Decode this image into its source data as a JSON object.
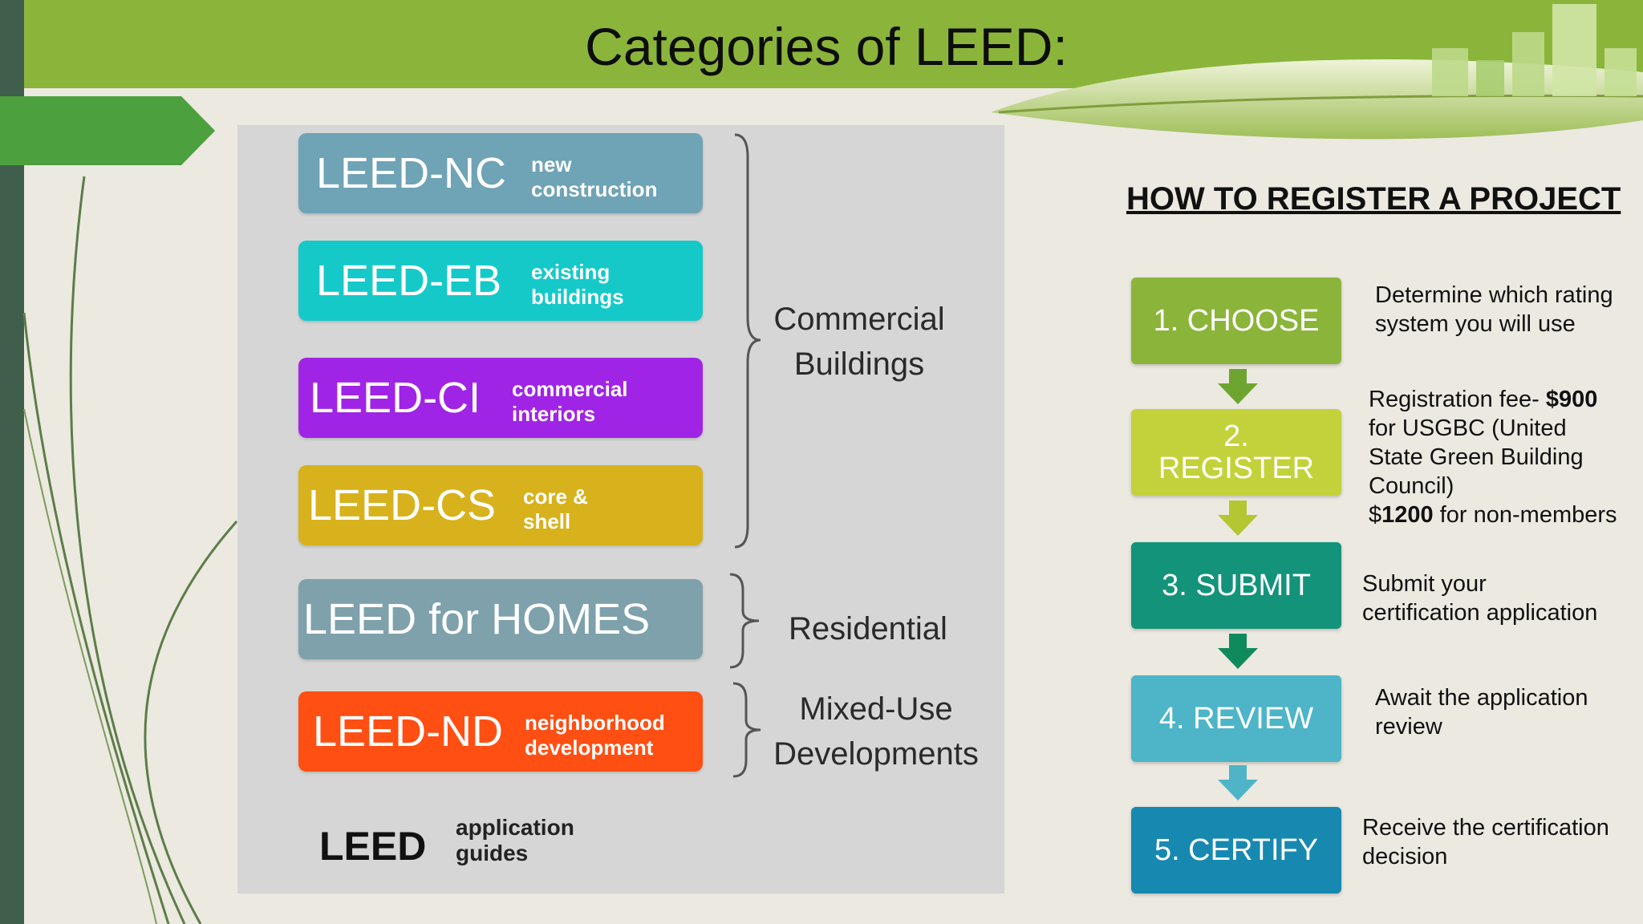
{
  "slide": {
    "title": "Categories of LEED:"
  },
  "colors": {
    "header_green": "#8bb53a",
    "nc": "#6fa3b6",
    "eb": "#15c9c9",
    "ci": "#a024e6",
    "cs": "#d8b21c",
    "homes": "#7ea1ac",
    "nd": "#ff4f13",
    "step1": "#8bb53a",
    "step2": "#c3d23a",
    "step3": "#13937a",
    "step4": "#4db5c7",
    "step5": "#1789b0"
  },
  "categories": [
    {
      "code": "LEED-NC",
      "desc": "new construction"
    },
    {
      "code": "LEED-EB",
      "desc": "existing buildings"
    },
    {
      "code": "LEED-CI",
      "desc": "commercial interiors"
    },
    {
      "code": "LEED-CS",
      "desc": "core & shell"
    },
    {
      "code": "LEED for HOMES",
      "desc": ""
    },
    {
      "code": "LEED-ND",
      "desc": "neighborhood development"
    }
  ],
  "groups": {
    "commercial": "Commercial Buildings",
    "residential": "Residential",
    "mixed": "Mixed-Use Developments"
  },
  "footer": {
    "logo": "LEED",
    "guides": "application guides"
  },
  "register": {
    "heading": "HOW TO REGISTER A PROJECT",
    "steps": [
      {
        "label": "1. CHOOSE",
        "desc": "Determine which rating system you will use"
      },
      {
        "label": "2. REGISTER",
        "desc_parts": [
          "Registration fee- ",
          "$900",
          " for USGBC (United State Green Building Council)",
          "$",
          "1200",
          " for non-members"
        ]
      },
      {
        "label": "3. SUBMIT",
        "desc": "Submit your certification application"
      },
      {
        "label": "4. REVIEW",
        "desc": "Await the application review"
      },
      {
        "label": "5. CERTIFY",
        "desc": "Receive the certification decision"
      }
    ]
  }
}
